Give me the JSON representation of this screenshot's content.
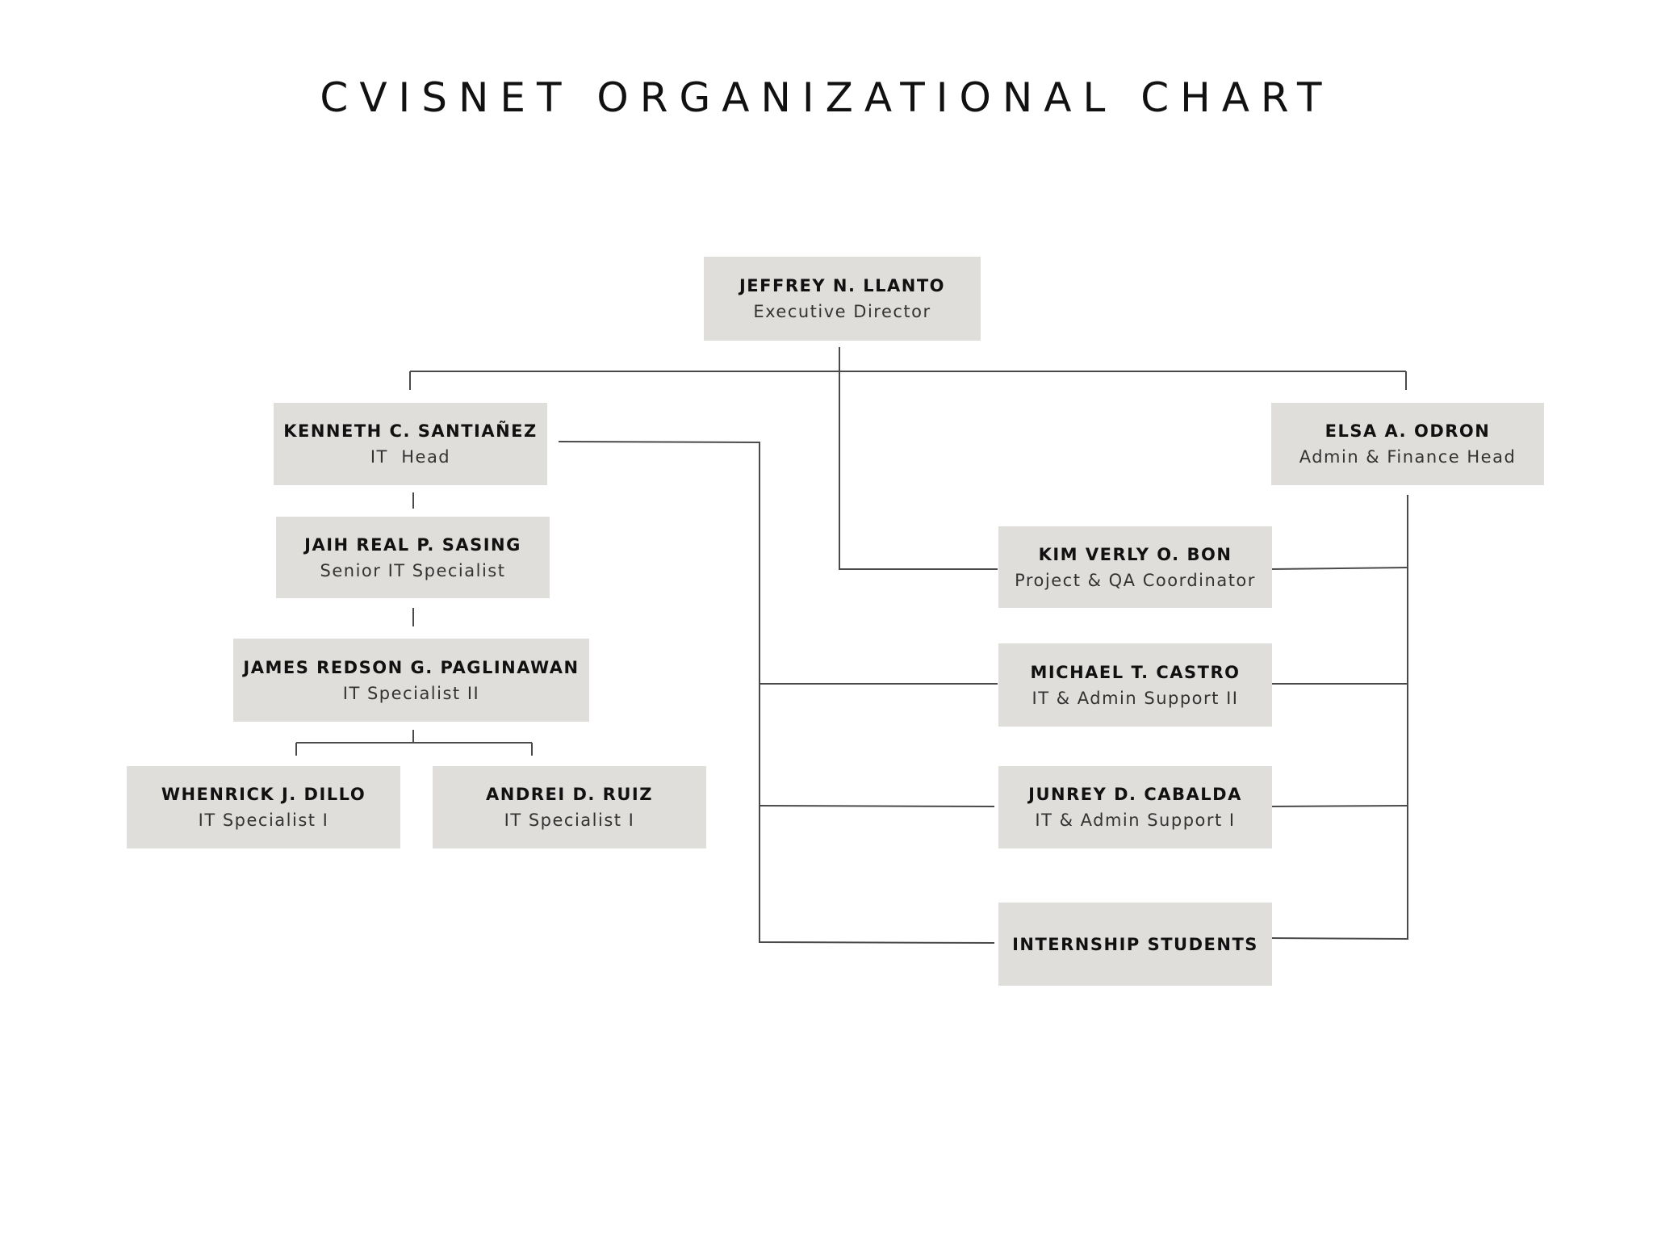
{
  "title": "CVISNET ORGANIZATIONAL CHART",
  "colors": {
    "box_fill": "#e0dedb",
    "line": "#4a4a4a",
    "text": "#111111"
  },
  "nodes": {
    "llanto": {
      "name": "JEFFREY N. LLANTO",
      "role": "Executive Director"
    },
    "santianez": {
      "name": "KENNETH C. SANTIAÑEZ",
      "role": "IT  Head"
    },
    "odron": {
      "name": "ELSA A. ODRON",
      "role": "Admin & Finance Head"
    },
    "sasing": {
      "name": "JAIH REAL P. SASING",
      "role": "Senior IT Specialist"
    },
    "paglinawan": {
      "name": "JAMES REDSON G. PAGLINAWAN",
      "role": "IT Specialist II"
    },
    "dillo": {
      "name": "WHENRICK J. DILLO",
      "role": "IT Specialist I"
    },
    "ruiz": {
      "name": "ANDREI D. RUIZ",
      "role": "IT Specialist I"
    },
    "bon": {
      "name": "KIM VERLY O. BON",
      "role": "Project & QA Coordinator"
    },
    "castro": {
      "name": "MICHAEL T. CASTRO",
      "role": "IT & Admin Support II"
    },
    "cabalda": {
      "name": "JUNREY D. CABALDA",
      "role": "IT & Admin Support I"
    },
    "interns": {
      "name": "INTERNSHIP STUDENTS"
    }
  }
}
